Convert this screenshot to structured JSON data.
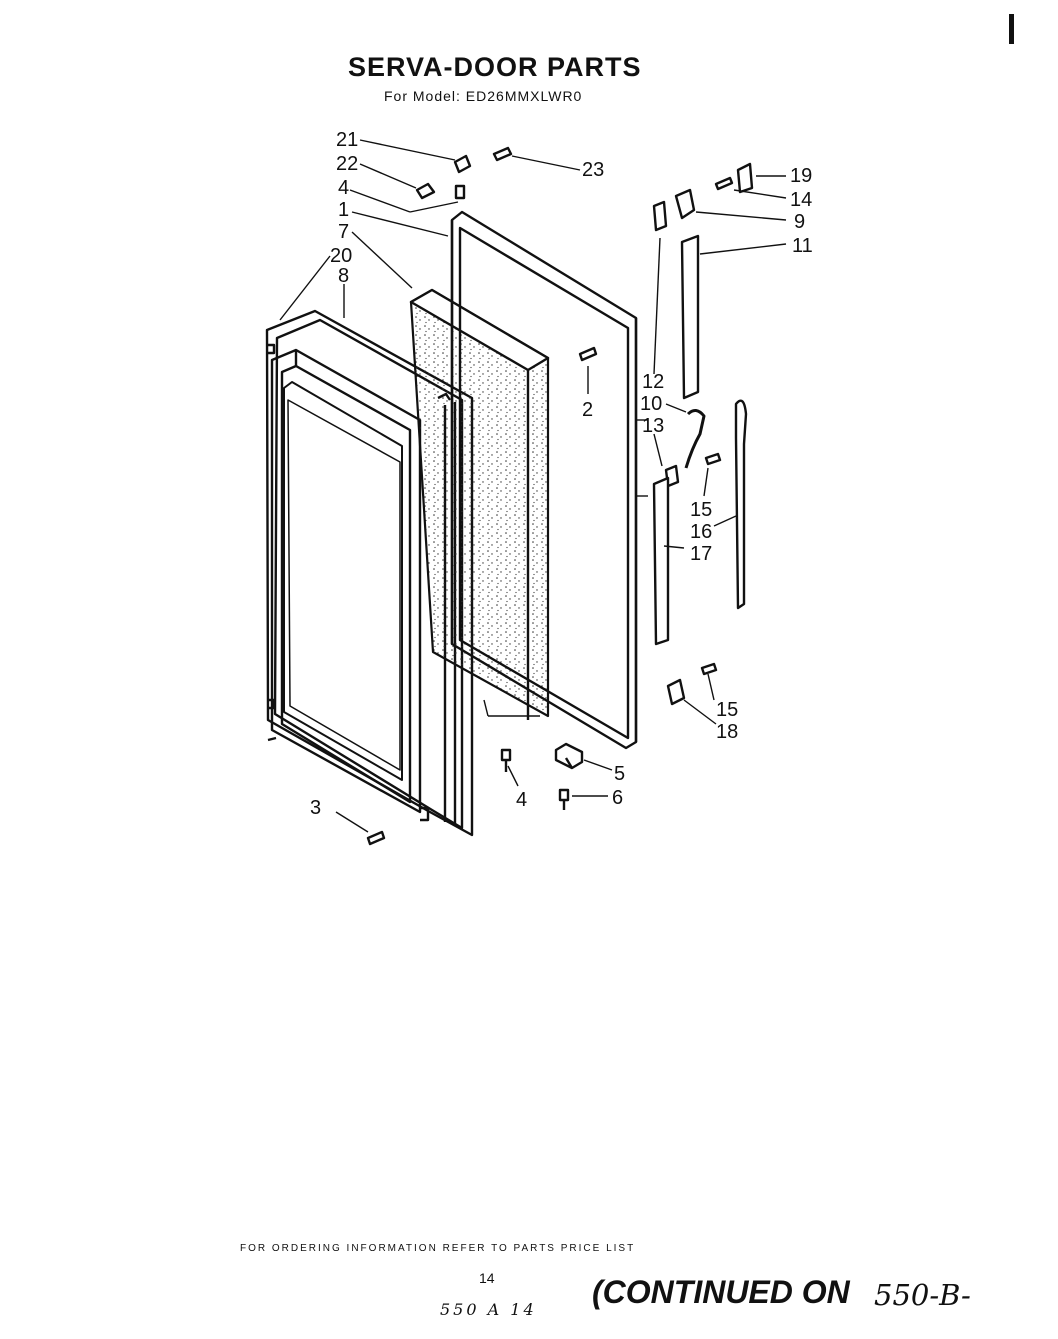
{
  "header": {
    "title": "SERVA-DOOR PARTS",
    "subtitle": "For Model: ED26MMXLWR0"
  },
  "diagram": {
    "callouts": [
      "21",
      "22",
      "4",
      "1",
      "7",
      "20",
      "8",
      "23",
      "19",
      "14",
      "9",
      "11",
      "2",
      "12",
      "10",
      "13",
      "15",
      "16",
      "17",
      "15",
      "18",
      "5",
      "4",
      "6",
      "3"
    ]
  },
  "footer": {
    "ordering_note": "FOR ORDERING INFORMATION REFER TO PARTS PRICE LIST",
    "page_number": "14",
    "handwritten_ref": "550 A 14",
    "continued_label": "(CONTINUED ON",
    "continued_ref": "550-B-"
  }
}
